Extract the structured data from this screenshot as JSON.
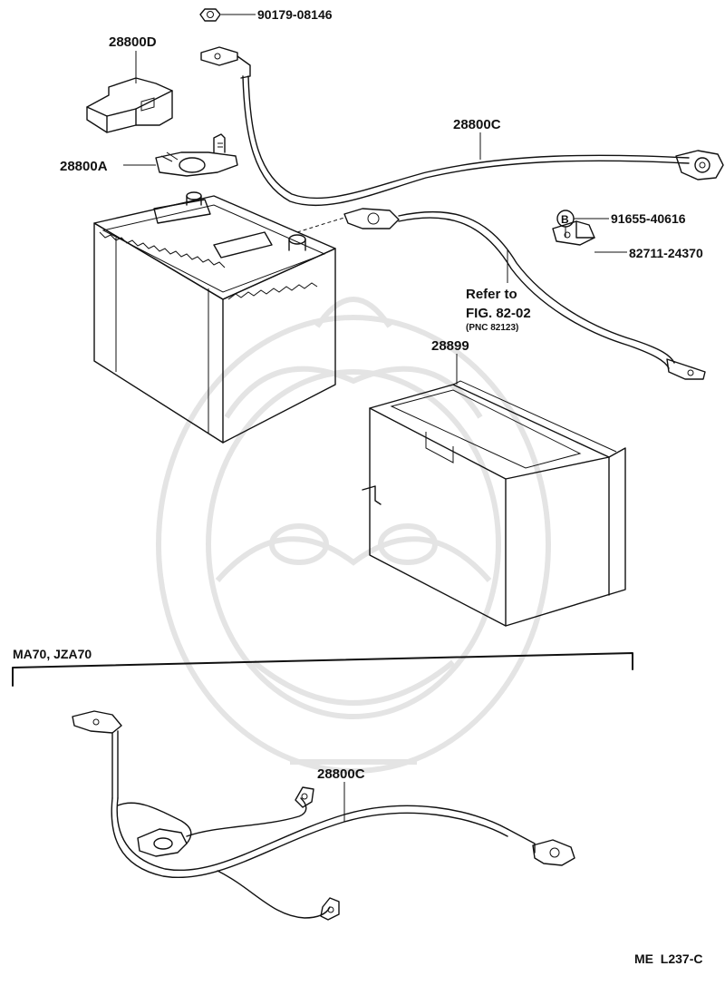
{
  "labels": {
    "nut_part": "90179-08146",
    "terminal_cover": "28800D",
    "terminal_clamp": "28800A",
    "cable_main": "28800C",
    "bolt_marker": "B",
    "bolt_part": "91655-40616",
    "bracket_part": "82711-24370",
    "refer_line1": "Refer to",
    "refer_line2": "FIG. 82-02",
    "refer_line3": "(PNC 82123)",
    "tray_part": "28899",
    "variant_heading": "MA70, JZA70",
    "cable_variant": "28800C",
    "page_code": "ME  L237-C"
  }
}
